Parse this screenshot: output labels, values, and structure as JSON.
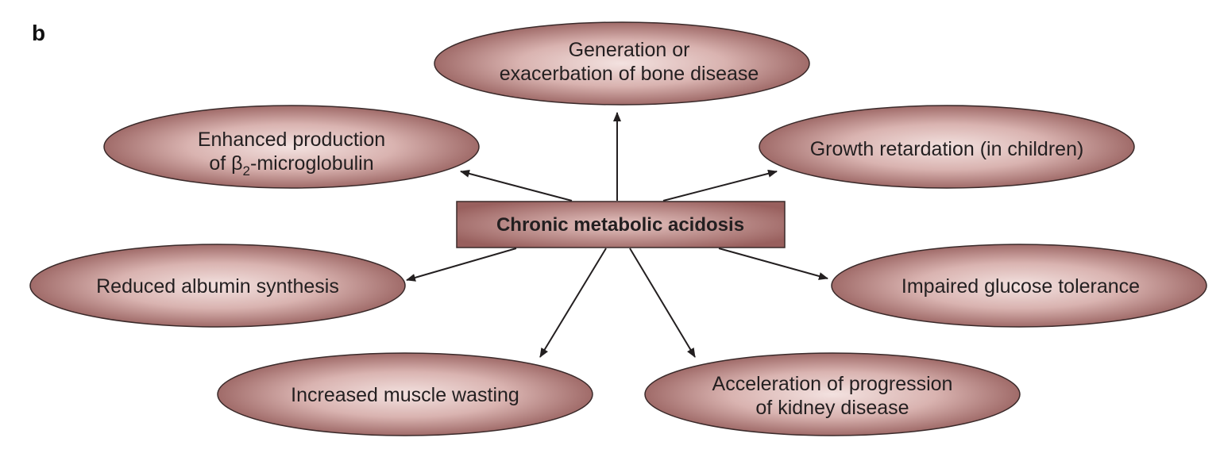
{
  "panel_label": "b",
  "center": {
    "label": "Chronic metabolic acidosis"
  },
  "effects": [
    {
      "id": "bone",
      "lines": [
        "Generation or",
        "exacerbation of bone disease"
      ]
    },
    {
      "id": "b2m",
      "lines": [
        "Enhanced production",
        "of β"
      ],
      "subscript": "2",
      "suffix": "-microglobulin"
    },
    {
      "id": "growth",
      "lines": [
        "Growth retardation (in children)"
      ]
    },
    {
      "id": "albumin",
      "lines": [
        "Reduced albumin synthesis"
      ]
    },
    {
      "id": "glucose",
      "lines": [
        "Impaired glucose tolerance"
      ]
    },
    {
      "id": "muscle",
      "lines": [
        "Increased muscle wasting"
      ]
    },
    {
      "id": "kidney",
      "lines": [
        "Acceleration of progression",
        "of kidney disease"
      ]
    }
  ],
  "colors": {
    "node_fill_center": "#f3e2e0",
    "node_fill_mid": "#d9b3b0",
    "node_fill_edge": "#a06b69",
    "node_stroke": "#3a2a2a",
    "center_fill_light": "#e7c6c3",
    "center_fill_dark": "#985f5d",
    "arrow": "#231f20"
  }
}
